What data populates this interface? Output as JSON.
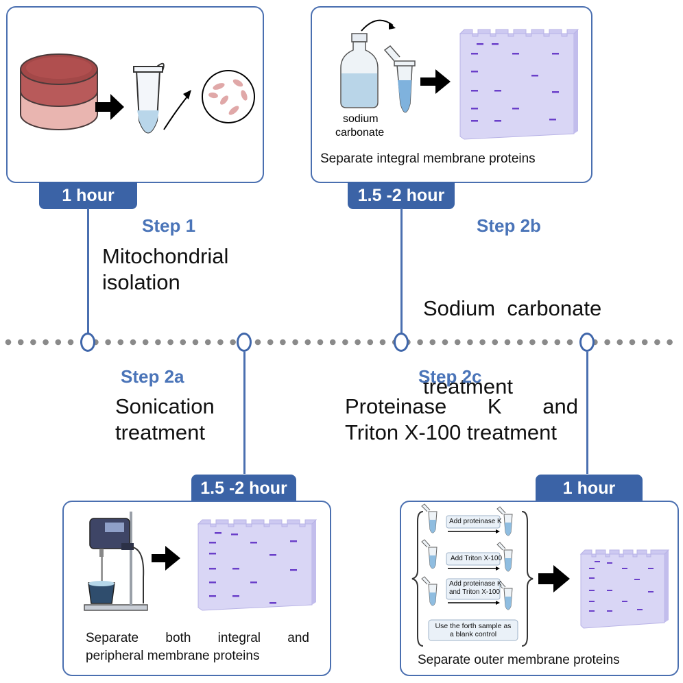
{
  "steps": {
    "step1": {
      "title": "Step 1",
      "desc_line1": "Mitochondrial",
      "desc_line2": "isolation",
      "time": "1 hour"
    },
    "step2b": {
      "title": "Step 2b",
      "desc_line1": "Sodium  carbonate",
      "desc_line2": "treatment",
      "time": "1.5 -2 hour",
      "label_line1": "sodium",
      "label_line2": "carbonate",
      "caption": "Separate integral membrane proteins"
    },
    "step2a": {
      "title": "Step 2a",
      "desc_line1": "Sonication",
      "desc_line2": "treatment",
      "time": "1.5 -2 hour",
      "caption_line1": "Separate both integral and",
      "caption_line2": "peripheral membrane proteins"
    },
    "step2c": {
      "title": "Step 2c",
      "desc_line1": "Proteinase K and",
      "desc_line2": "Triton X-100 treatment",
      "time": "1 hour",
      "box1_line1": "Add proteinase K",
      "box2_line1": "Add Triton X-100",
      "box3_line1": "Add proteinase K",
      "box3_line2": "and Triton X-100",
      "control_line1": "Use the forth sample as",
      "control_line2": "a blank control",
      "caption": "Separate outer membrane proteins"
    }
  },
  "colors": {
    "accent": "#3b63a6",
    "title": "#4a74b8",
    "gel": "#d9d6f5",
    "band": "#6a3fc9"
  }
}
